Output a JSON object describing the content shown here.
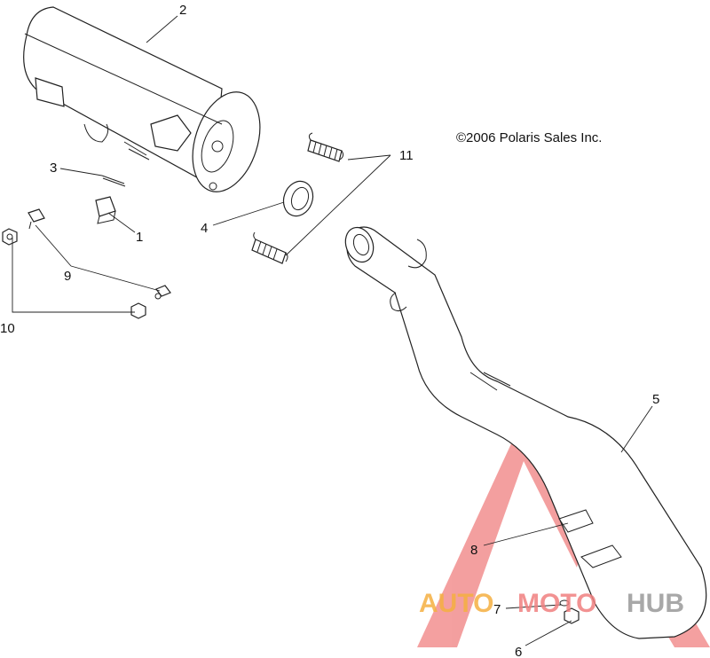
{
  "copyright": "©2006 Polaris Sales Inc.",
  "callouts": {
    "c1": "1",
    "c2": "2",
    "c3": "3",
    "c4": "4",
    "c5": "5",
    "c6": "6",
    "c7": "7",
    "c8": "8",
    "c9": "9",
    "c10": "10",
    "c11": "11"
  },
  "watermark": {
    "text_auto": "AUTO",
    "text_moto": "MOTO",
    "text_hub": "HUB",
    "colors": {
      "logo": "#f08080",
      "auto": "#f5b041",
      "moto": "#f08080",
      "hub": "#999999"
    }
  }
}
